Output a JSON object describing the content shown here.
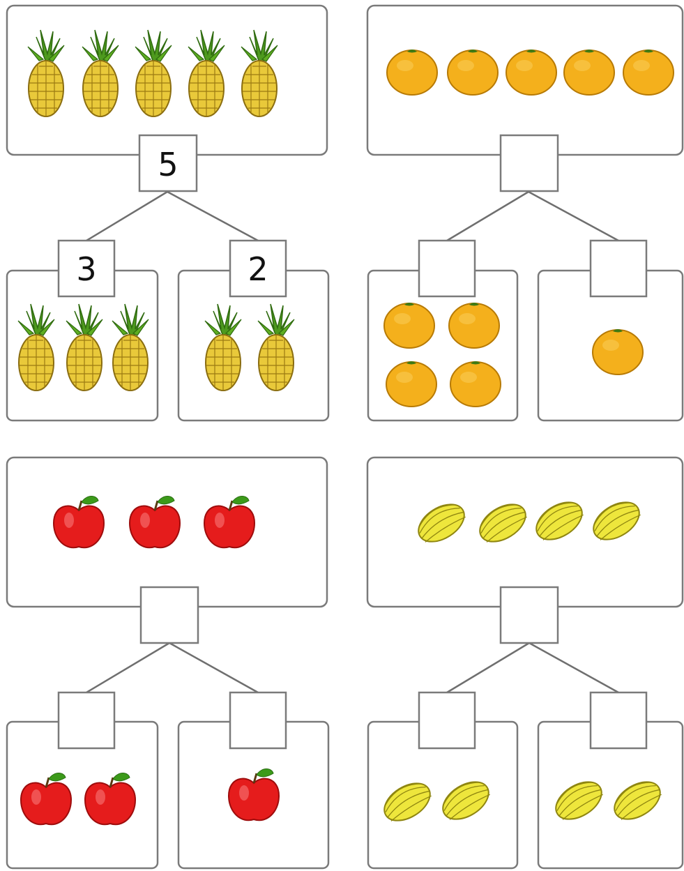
{
  "worksheet": {
    "panels": [
      {
        "fruit": "pineapple",
        "whole": {
          "count": 5,
          "label": "5"
        },
        "parts": [
          {
            "count": 3,
            "label": "3"
          },
          {
            "count": 2,
            "label": "2"
          }
        ]
      },
      {
        "fruit": "orange",
        "whole": {
          "count": 5,
          "label": ""
        },
        "parts": [
          {
            "count": 4,
            "label": ""
          },
          {
            "count": 1,
            "label": ""
          }
        ]
      },
      {
        "fruit": "apple",
        "whole": {
          "count": 3,
          "label": ""
        },
        "parts": [
          {
            "count": 2,
            "label": ""
          },
          {
            "count": 1,
            "label": ""
          }
        ]
      },
      {
        "fruit": "melon",
        "whole": {
          "count": 4,
          "label": ""
        },
        "parts": [
          {
            "count": 2,
            "label": ""
          },
          {
            "count": 2,
            "label": ""
          }
        ]
      }
    ]
  },
  "colors": {
    "box_border": "#7a7a7a",
    "pineapple_body": "#e9c93a",
    "pineapple_leaves": "#4e9a1e",
    "orange": "#f4b01c",
    "apple": "#e51c1c",
    "melon": "#eee63c"
  }
}
